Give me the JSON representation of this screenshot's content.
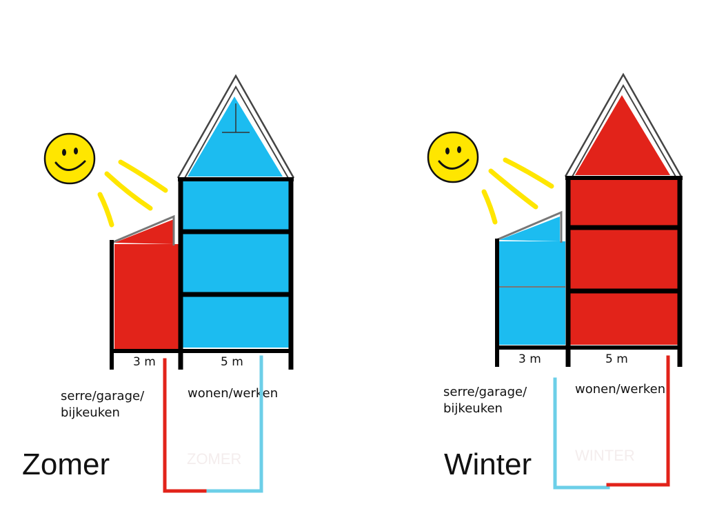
{
  "colors": {
    "warm": "#e2231a",
    "cool": "#1cbcf0",
    "pipe_warm": "#e2231a",
    "pipe_cool": "#6ccfe8",
    "sun": "#ffe600",
    "wall": "#000000"
  },
  "icons": [
    "smiley-sun-icon",
    "sun-ray-icon"
  ],
  "panels": [
    {
      "season": "Zomer",
      "watermark": "ZOMER",
      "serre_width": "3 m",
      "wonen_width": "5 m",
      "serre_label_line1": "serre/garage/",
      "serre_label_line2": "bijkeuken",
      "wonen_label": "wonen/werken",
      "serre_state": "warm",
      "wonen_state": "cool"
    },
    {
      "season": "Winter",
      "watermark": "WINTER",
      "serre_width": "3 m",
      "wonen_width": "5 m",
      "serre_label_line1": "serre/garage/",
      "serre_label_line2": "bijkeuken",
      "wonen_label": "wonen/werken",
      "serre_state": "cool",
      "wonen_state": "warm"
    }
  ]
}
